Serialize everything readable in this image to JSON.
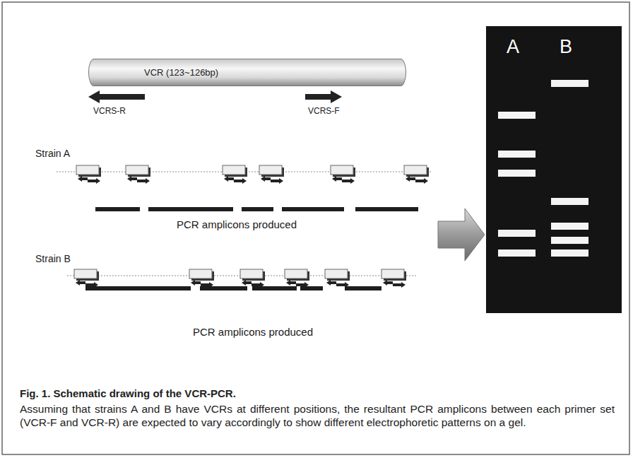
{
  "diagram": {
    "title": "Fig. 1. Schematic drawing of the VCR-PCR.",
    "caption": "Assuming that strains A and B have VCRs at different positions, the resultant PCR amplicons between each primer set (VCR-F and VCR-R) are expected to vary accordingly to show different electrophoretic patterns on a gel.",
    "nodes": [
      {
        "text": [
          "VCR (123~126bp)"
        ]
      },
      {
        "text": [
          "A",
          "B"
        ]
      }
    ],
    "labels": [
      "VCRS-R",
      "VCRS-F",
      "Strain A",
      "PCR amplicons produced",
      "Strain B",
      "PCR amplicons produced"
    ]
  }
}
